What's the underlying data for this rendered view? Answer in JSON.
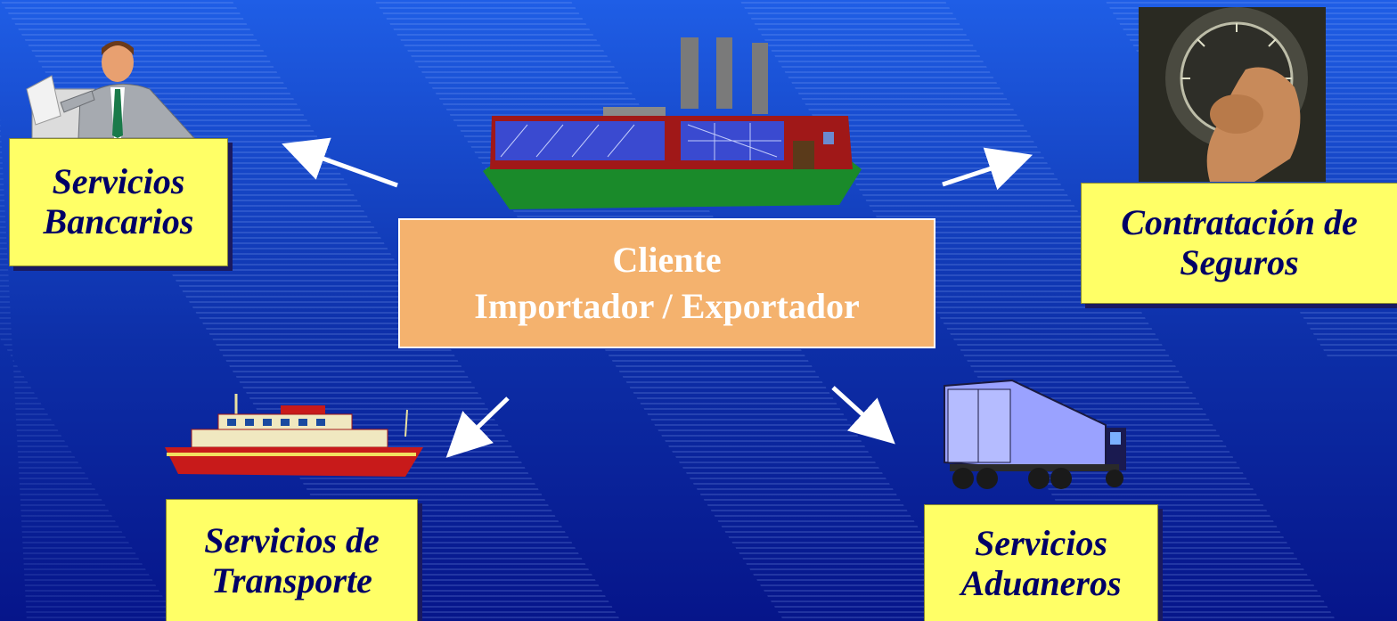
{
  "center": {
    "line1": "Cliente",
    "line2": "Importador / Exportador"
  },
  "services": {
    "bancarios": {
      "line1": "Servicios",
      "line2": "Bancarios"
    },
    "seguros": {
      "line1": "Contratación de",
      "line2": "Seguros"
    },
    "transporte": {
      "line1": "Servicios de",
      "line2": "Transporte"
    },
    "aduaneros": {
      "line1": "Servicios",
      "line2": "Aduaneros"
    }
  },
  "colors": {
    "background_top": "#1f5ee6",
    "background_bottom": "#06158a",
    "label_fill": "#ffff66",
    "center_fill": "#f4b26e",
    "arrow": "#ffffff"
  },
  "icons": [
    "banker-icon",
    "factory-icon",
    "safe-dial-icon",
    "ship-icon",
    "truck-icon"
  ]
}
